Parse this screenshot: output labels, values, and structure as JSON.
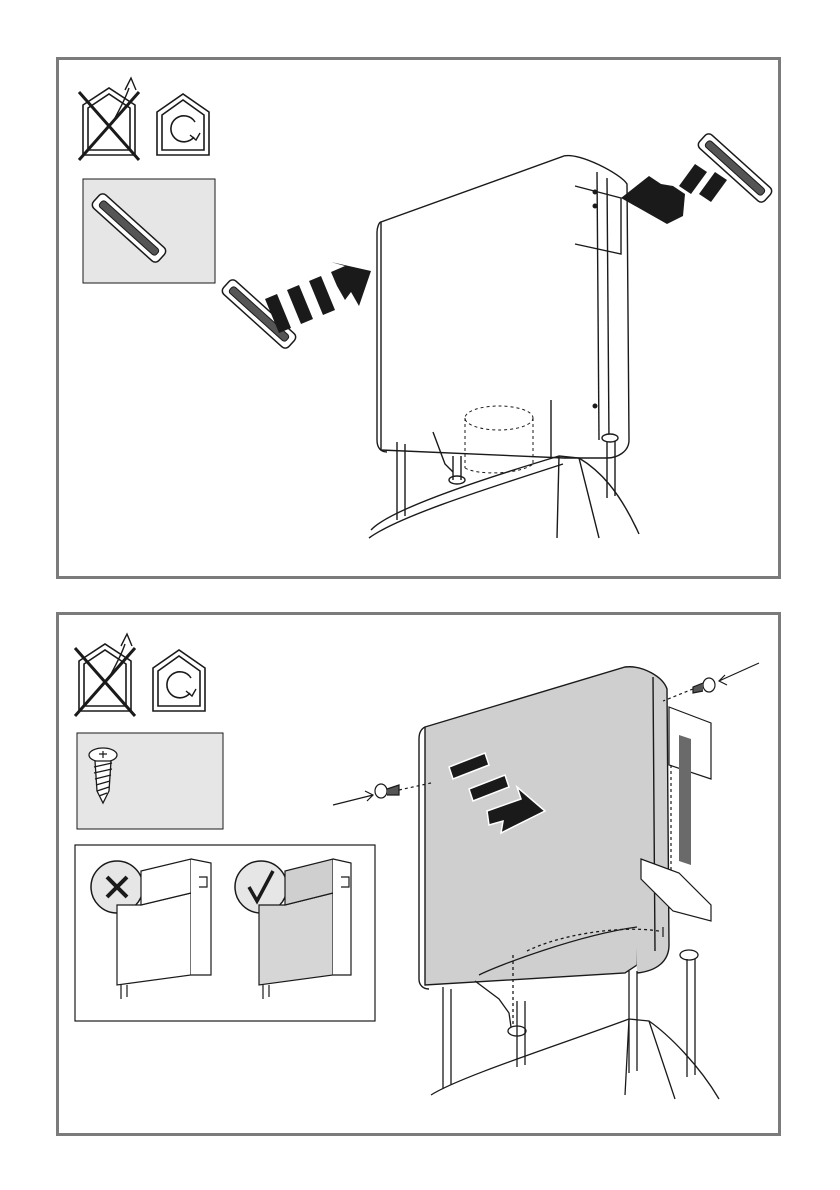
{
  "steps": [
    {
      "id": "step-1",
      "mode_icons": [
        "ducted-mode-crossed-icon",
        "recirculation-mode-icon"
      ],
      "part_icon": "filter-seal-gasket-icon",
      "action": "insert-side-gaskets",
      "colors": {
        "frame": "#7c7b7b",
        "part_box": "#e6e6e6",
        "ink": "#1a1a1a"
      }
    },
    {
      "id": "step-2",
      "mode_icons": [
        "ducted-mode-crossed-icon",
        "recirculation-mode-icon"
      ],
      "part_icon": "screw-icon",
      "comparison": [
        {
          "mark": "✕",
          "meaning": "wrong",
          "panel_shading": "none"
        },
        {
          "mark": "✓",
          "meaning": "correct",
          "panel_shading": "grey"
        }
      ],
      "action": "fit-cover-and-screw",
      "colors": {
        "frame": "#7c7b7b",
        "part_box": "#e6e6e6",
        "cover": "#cfcfcf",
        "ink": "#1a1a1a"
      }
    }
  ]
}
